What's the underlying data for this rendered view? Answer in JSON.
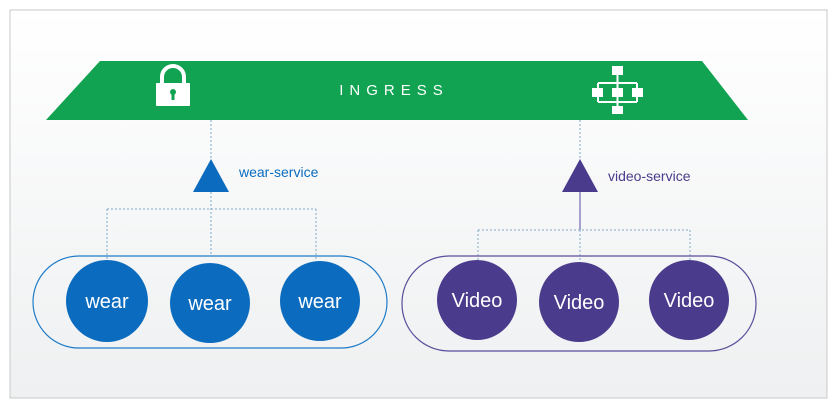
{
  "ingress": {
    "label": "INGRESS",
    "left_icon": "lock-icon",
    "right_icon": "sitemap-icon"
  },
  "services": [
    {
      "name": "wear-service",
      "pods": [
        "wear",
        "wear",
        "wear"
      ]
    },
    {
      "name": "video-service",
      "pods": [
        "Video",
        "Video",
        "Video"
      ]
    }
  ],
  "colors": {
    "ingress_green": "#11a352",
    "wear_blue": "#0b6cbf",
    "video_purple": "#4b3b8c",
    "dotted_line": "#7fa9c7",
    "frame": "#c9c9c9"
  }
}
